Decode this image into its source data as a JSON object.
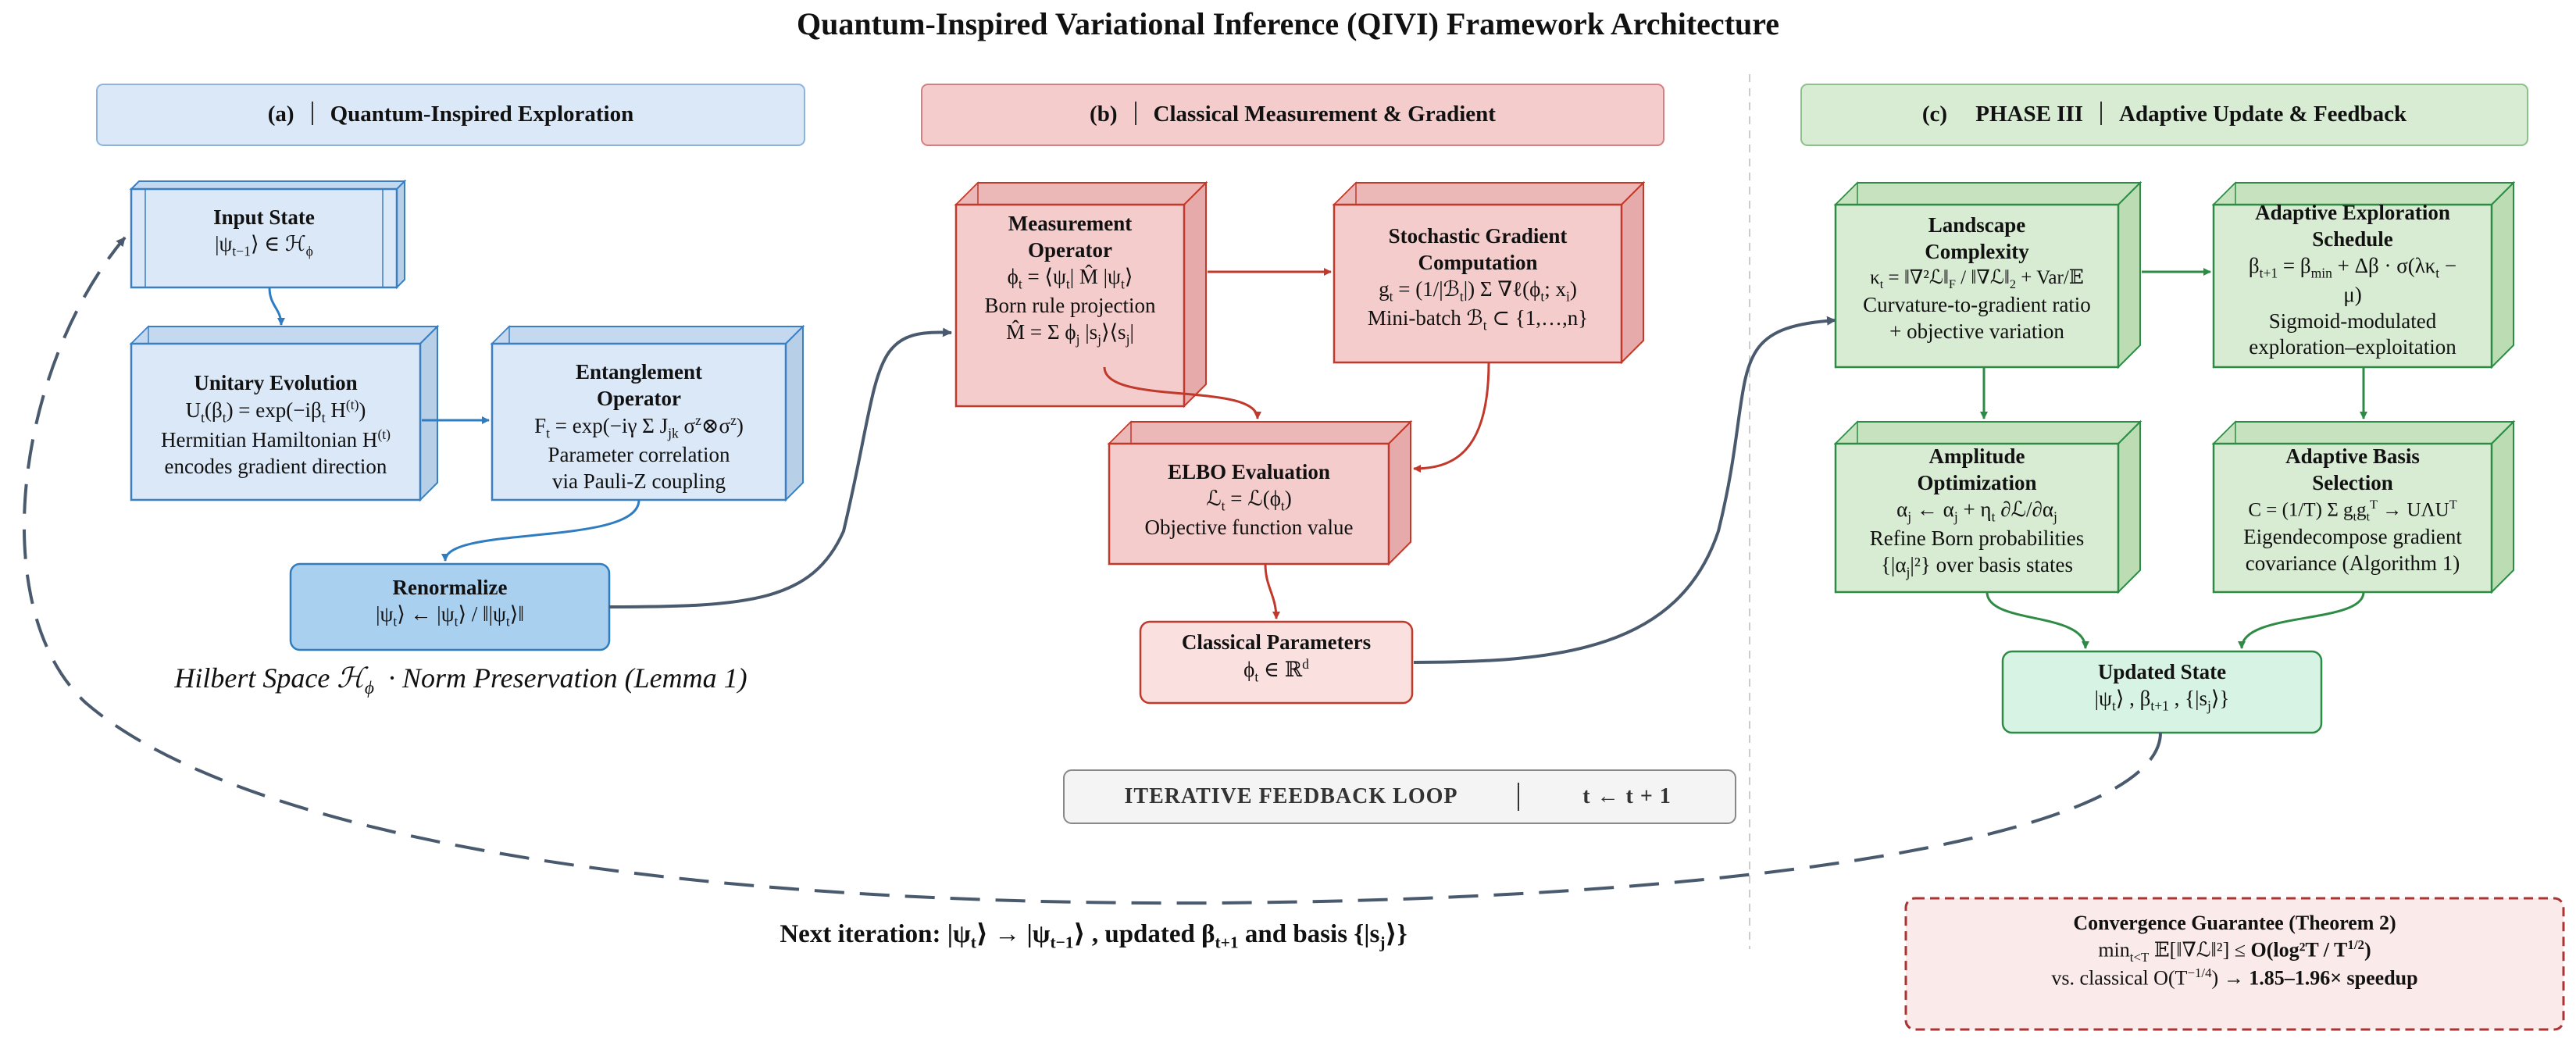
{
  "title": "Quantum-Inspired Variational Inference (QIVI) Framework Architecture",
  "sections": {
    "a": {
      "tag": "(a)",
      "label": "Quantum-Inspired Exploration"
    },
    "b": {
      "tag": "(b)",
      "label": "Classical Measurement & Gradient"
    },
    "c": {
      "tag": "(c)",
      "phase": "PHASE III",
      "label": "Adaptive Update & Feedback"
    }
  },
  "boxes": {
    "input_state": {
      "title": "Input State",
      "lines": [
        "|ψ",
        "⟩ ∈ ℋ"
      ]
    },
    "unitary": {
      "title": "Unitary Evolution",
      "lines": [
        "U",
        "(β",
        ") = exp(−iβ",
        " H",
        "Hermitian Hamiltonian H",
        "encodes gradient direction"
      ]
    },
    "entanglement": {
      "title": "Entanglement Operator",
      "title_lines": [
        "Entanglement",
        "Operator"
      ],
      "lines": [
        "F",
        " = exp(−iγ Σ J",
        " σ",
        "⊗σ",
        "Parameter correlation",
        "via Pauli-Z coupling"
      ]
    },
    "renormalize": {
      "title": "Renormalize",
      "lines": [
        "|ψ",
        "⟩ ← |ψ",
        "⟩ / ‖|ψ",
        "⟩‖"
      ]
    },
    "measurement": {
      "title": "Measurement Operator",
      "title_lines": [
        "Measurement",
        "Operator"
      ],
      "lines": [
        "ϕ",
        " = ⟨ψ",
        "| M̂ |ψ",
        "Born rule projection",
        "M̂ = Σ ϕ",
        " |s",
        "⟩⟨s",
        "|"
      ]
    },
    "sgd": {
      "title": "Stochastic Gradient Computation",
      "title_lines": [
        "Stochastic Gradient",
        "Computation"
      ],
      "lines": [
        "g",
        " = (1/|ℬ",
        "|) Σ ∇ℓ(ϕ",
        "; x",
        "Mini-batch ℬ",
        " ⊂ {1,…,n}"
      ]
    },
    "elbo": {
      "title": "ELBO Evaluation",
      "lines": [
        "ℒ",
        " = ℒ(ϕ",
        "Objective function value"
      ]
    },
    "classical_params": {
      "title": "Classical Parameters",
      "lines": [
        "ϕ",
        " ∈ ℝ"
      ]
    },
    "landscape": {
      "title": "Landscape Complexity",
      "title_lines": [
        "Landscape",
        "Complexity"
      ],
      "lines": [
        "κ",
        " = ‖∇²ℒ‖",
        " / ‖∇ℒ‖",
        " + Var/𝔼",
        "Curvature-to-gradient ratio",
        "+ objective variation"
      ]
    },
    "exploration": {
      "title": "Adaptive Exploration Schedule",
      "title_lines": [
        "Adaptive Exploration",
        "Schedule"
      ],
      "lines": [
        "β",
        " = β",
        " + Δβ · σ(λκ",
        " −",
        "μ)",
        "Sigmoid-modulated",
        "exploration–exploitation"
      ]
    },
    "amplitude": {
      "title": "Amplitude Optimization",
      "title_lines": [
        "Amplitude",
        "Optimization"
      ],
      "lines": [
        "α",
        " ← α",
        " + η",
        " ∂ℒ/∂α",
        "Refine Born probabilities",
        "{|α",
        "|²} over basis states"
      ]
    },
    "basis": {
      "title": "Adaptive Basis Selection",
      "title_lines": [
        "Adaptive Basis",
        "Selection"
      ],
      "lines": [
        "C = (1/T) Σ g",
        " → UΛU",
        "Eigendecompose gradient",
        "covariance (Algorithm 1)"
      ]
    },
    "updated_state": {
      "title": "Updated State",
      "lines": [
        "|ψ",
        "⟩ , β",
        " , {|s",
        "⟩}"
      ]
    }
  },
  "subscripts": {
    "t": "t",
    "t_minus_1": "t−1",
    "t_plus_1": "t+1",
    "j": "j",
    "jk": "jk",
    "phi": "ϕ",
    "i": "i",
    "min": "min",
    "f": "F",
    "two": "2",
    "t_low": "t"
  },
  "superscripts": {
    "t": "(t)",
    "z": "z",
    "d": "d",
    "T": "T"
  },
  "footnote": "Hilbert Space ℋ",
  "footnote_tail": "· Norm Preservation (Lemma 1)",
  "next_iteration": {
    "pre": "Next iteration: |ψ",
    "mid": "⟩ → |ψ",
    "post": "⟩ , updated β",
    "post2": " and basis {|s",
    "post3": "⟩}"
  },
  "loop_label": {
    "left": "ITERATIVE FEEDBACK LOOP",
    "right": "t ← t + 1"
  },
  "convergence": {
    "title": "Convergence Guarantee (Theorem 2)",
    "line1_pre": "min",
    "line1_sub": "t<T",
    "line1_mid": " 𝔼[‖∇ℒ‖²] ≤ ",
    "line1_bold": "O(log²T / T",
    "line1_sup": "1/2",
    "line1_end": ")",
    "line2_pre": "vs. classical O(T",
    "line2_sup": "−1/4",
    "line2_mid": ") → ",
    "line2_bold": "1.85–1.96× speedup"
  },
  "colors": {
    "blue_fill": "#dbe8f8",
    "blue_stroke": "#3b7fc0",
    "blue_dark_fill": "#aad0f0",
    "red_fill": "#f5cccc",
    "red_stroke": "#c0392b",
    "green_fill": "#d8ecd3",
    "green_stroke": "#2e8b45",
    "green_light_fill": "#d7f3e4",
    "gray_fill": "#f4f4f4",
    "conv_fill": "#fbeaea",
    "conv_stroke": "#a33",
    "arrow_dark": "#4a5a6e"
  }
}
